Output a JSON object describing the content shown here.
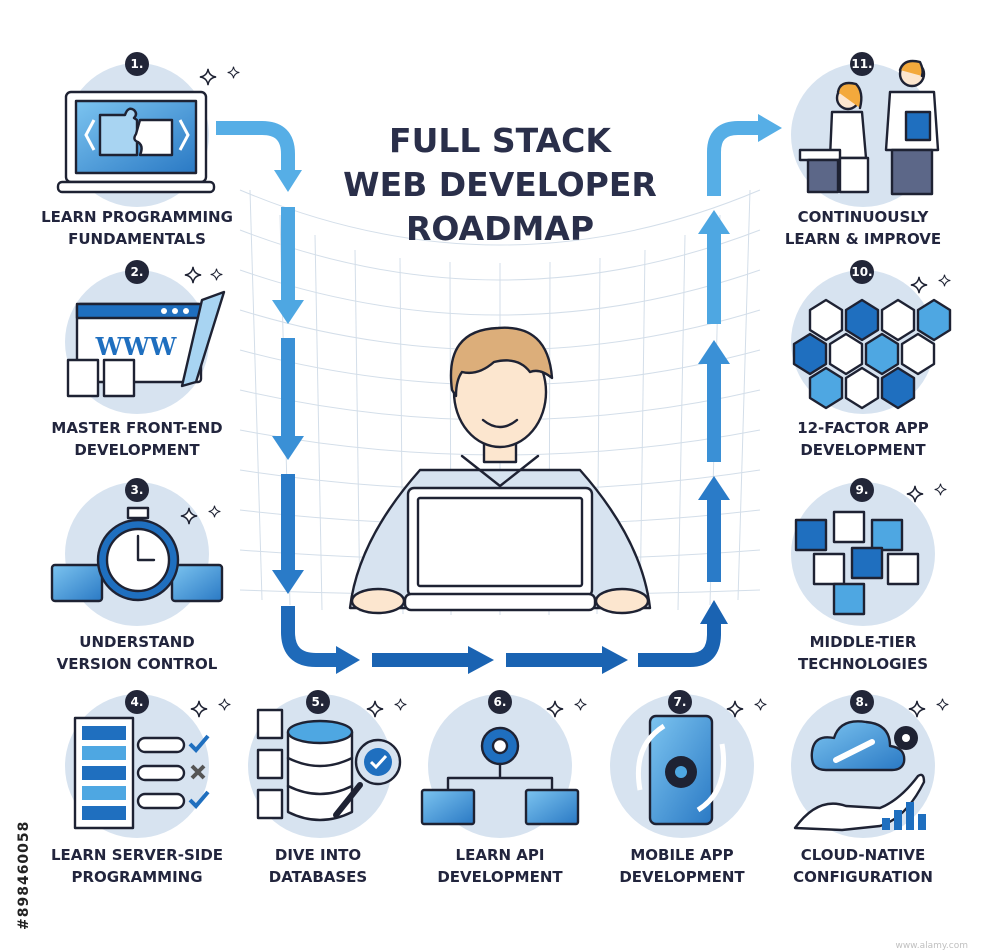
{
  "title_lines": [
    "FULL STACK",
    "WEB DEVELOPER",
    "ROADMAP"
  ],
  "steps": [
    {
      "num": "1.",
      "lines": [
        "LEARN PROGRAMMING",
        "FUNDAMENTALS"
      ]
    },
    {
      "num": "2.",
      "lines": [
        "MASTER FRONT-END",
        "DEVELOPMENT"
      ]
    },
    {
      "num": "3.",
      "lines": [
        "UNDERSTAND",
        "VERSION CONTROL"
      ]
    },
    {
      "num": "4.",
      "lines": [
        "LEARN SERVER-SIDE",
        "PROGRAMMING"
      ]
    },
    {
      "num": "5.",
      "lines": [
        "DIVE INTO",
        "DATABASES"
      ]
    },
    {
      "num": "6.",
      "lines": [
        "LEARN API",
        "DEVELOPMENT"
      ]
    },
    {
      "num": "7.",
      "lines": [
        "MOBILE APP",
        "DEVELOPMENT"
      ]
    },
    {
      "num": "8.",
      "lines": [
        "CLOUD-NATIVE",
        "CONFIGURATION"
      ]
    },
    {
      "num": "9.",
      "lines": [
        "MIDDLE-TIER",
        "TECHNOLOGIES"
      ]
    },
    {
      "num": "10.",
      "lines": [
        "12-FACTOR APP",
        "DEVELOPMENT"
      ]
    },
    {
      "num": "11.",
      "lines": [
        "CONTINUOUSLY",
        "LEARN & IMPROVE"
      ]
    }
  ],
  "icons": {
    "step1": "laptop-puzzle-icon",
    "step2": "browser-www-pencil-icon",
    "step3": "stopwatch-monitors-icon",
    "step4": "server-checklist-icon",
    "step5": "database-search-icon",
    "step6": "network-gear-icon",
    "step7": "mobile-sync-gear-icon",
    "step8": "cloud-wrench-hand-icon",
    "step9": "cube-stack-icon",
    "step10": "hexagon-network-icon",
    "step11": "team-people-icon"
  },
  "watermark": "#898460058",
  "wordmark_text": "www.alamy.com",
  "colors": {
    "circle_bg": "#d7e3f0",
    "accent_blue": "#1f6fbf",
    "light_blue": "#56aee6",
    "number_badge": "#222638",
    "outline": "#1e2233"
  }
}
